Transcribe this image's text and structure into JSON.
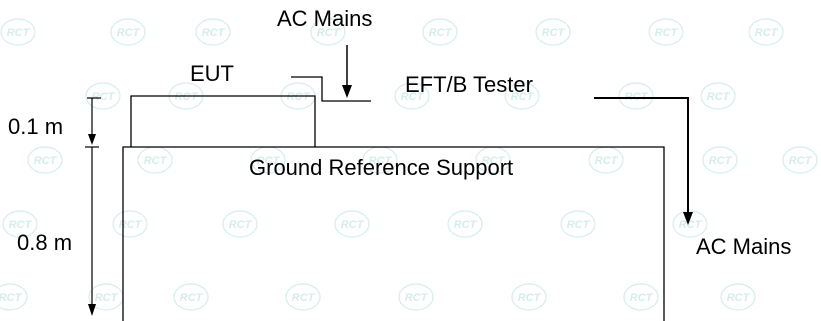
{
  "labels": {
    "ac_mains_top": "AC Mains",
    "eut": "EUT",
    "tester": "EFT/B Tester",
    "height_01": "0.1 m",
    "ground_support": "Ground Reference Support",
    "height_08": "0.8 m",
    "ac_mains_right": "AC Mains"
  },
  "watermark": {
    "text": "RCT"
  },
  "colors": {
    "line": "#000000",
    "watermark": "#d6ecec",
    "background": "#ffffff"
  }
}
